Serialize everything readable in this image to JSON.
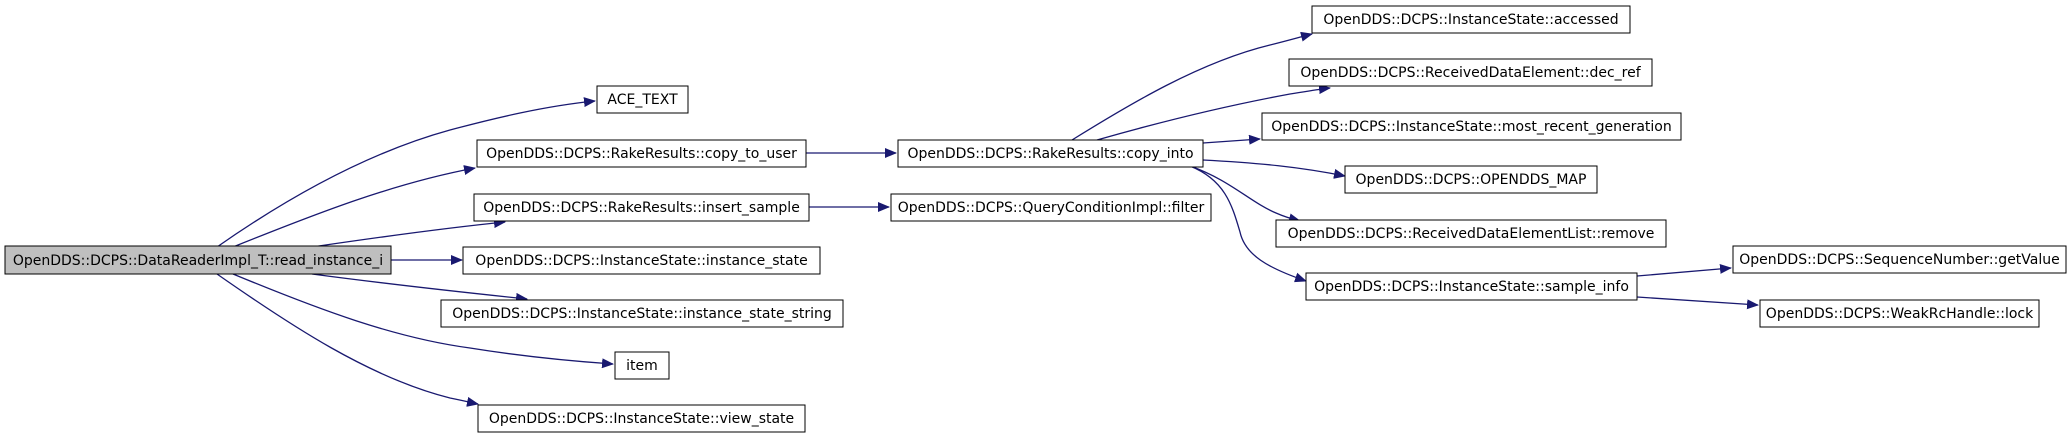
{
  "colors": {
    "edge": "#191970",
    "node_border": "#000000",
    "node_fill": "#ffffff",
    "root_fill": "#bfbfbf"
  },
  "nodes": {
    "root": {
      "label": "OpenDDS::DCPS::DataReaderImpl_T::read_instance_i"
    },
    "ace_text": {
      "label": "ACE_TEXT"
    },
    "copy_to_user": {
      "label": "OpenDDS::DCPS::RakeResults::copy_to_user"
    },
    "insert_sample": {
      "label": "OpenDDS::DCPS::RakeResults::insert_sample"
    },
    "instance_state": {
      "label": "OpenDDS::DCPS::InstanceState::instance_state"
    },
    "instance_state_string": {
      "label": "OpenDDS::DCPS::InstanceState::instance_state_string"
    },
    "item": {
      "label": "item"
    },
    "view_state": {
      "label": "OpenDDS::DCPS::InstanceState::view_state"
    },
    "copy_into": {
      "label": "OpenDDS::DCPS::RakeResults::copy_into"
    },
    "filter": {
      "label": "OpenDDS::DCPS::QueryConditionImpl::filter"
    },
    "accessed": {
      "label": "OpenDDS::DCPS::InstanceState::accessed"
    },
    "dec_ref": {
      "label": "OpenDDS::DCPS::ReceivedDataElement::dec_ref"
    },
    "most_recent_generation": {
      "label": "OpenDDS::DCPS::InstanceState::most_recent_generation"
    },
    "opendds_map": {
      "label": "OpenDDS::DCPS::OPENDDS_MAP"
    },
    "remove": {
      "label": "OpenDDS::DCPS::ReceivedDataElementList::remove"
    },
    "sample_info": {
      "label": "OpenDDS::DCPS::InstanceState::sample_info"
    },
    "get_value": {
      "label": "OpenDDS::DCPS::SequenceNumber::getValue"
    },
    "lock": {
      "label": "OpenDDS::DCPS::WeakRcHandle::lock"
    }
  },
  "edges": [
    {
      "from": "root",
      "to": "ace_text"
    },
    {
      "from": "root",
      "to": "copy_to_user"
    },
    {
      "from": "root",
      "to": "insert_sample"
    },
    {
      "from": "root",
      "to": "instance_state"
    },
    {
      "from": "root",
      "to": "instance_state_string"
    },
    {
      "from": "root",
      "to": "item"
    },
    {
      "from": "root",
      "to": "view_state"
    },
    {
      "from": "copy_to_user",
      "to": "copy_into"
    },
    {
      "from": "insert_sample",
      "to": "filter"
    },
    {
      "from": "copy_into",
      "to": "accessed"
    },
    {
      "from": "copy_into",
      "to": "dec_ref"
    },
    {
      "from": "copy_into",
      "to": "most_recent_generation"
    },
    {
      "from": "copy_into",
      "to": "opendds_map"
    },
    {
      "from": "copy_into",
      "to": "remove"
    },
    {
      "from": "copy_into",
      "to": "sample_info"
    },
    {
      "from": "sample_info",
      "to": "get_value"
    },
    {
      "from": "sample_info",
      "to": "lock"
    }
  ]
}
